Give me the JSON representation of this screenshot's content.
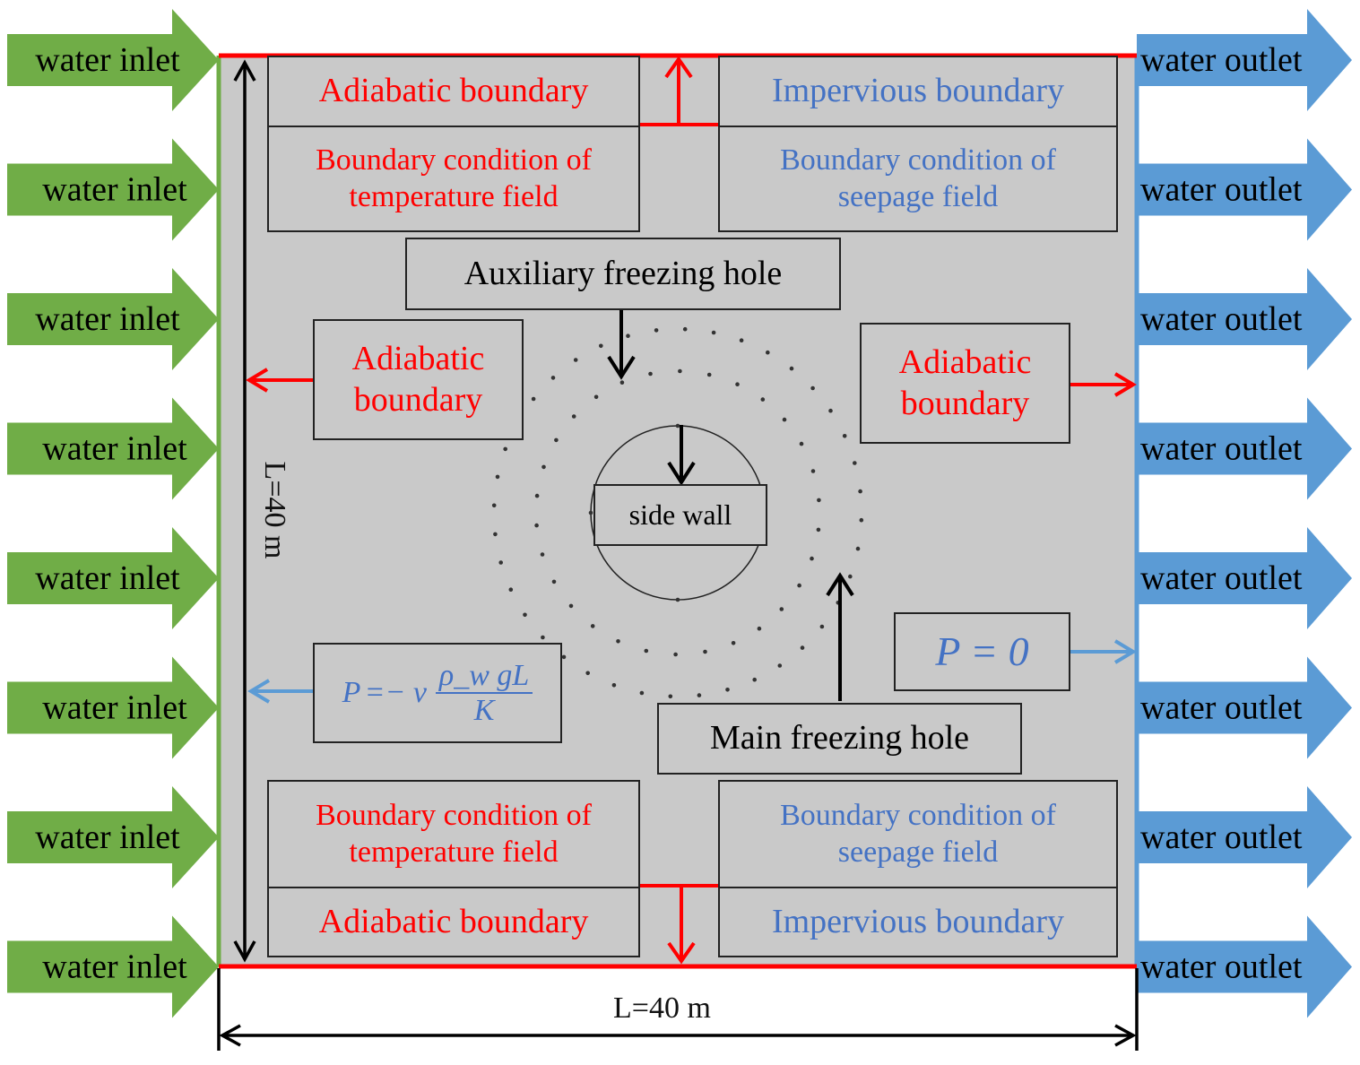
{
  "labels": {
    "water_inlet": "water inlet",
    "water_outlet": "water outlet",
    "adiabatic_boundary": "Adiabatic boundary",
    "impervious_boundary": "Impervious boundary",
    "bc_temperature": "Boundary condition of\ntemperature field",
    "bc_seepage": "Boundary condition of\nseepage field",
    "auxiliary_hole": "Auxiliary freezing hole",
    "main_hole": "Main freezing hole",
    "side_wall": "side wall",
    "adiabatic_stacked": "Adiabatic\nboundary",
    "dimension_width": "L=40 m",
    "dimension_height": "L=40 m"
  },
  "formulas": {
    "left_P": "P",
    "left_eq": "=− v",
    "left_num": "ρ_w gL",
    "left_den": "K",
    "right": "P = 0"
  },
  "colors": {
    "inlet_arrow": "#70ad47",
    "outlet_arrow": "#5b9bd5",
    "domain": "#c9c9c9",
    "thermal": "#ff0000",
    "seepage": "#4472c4"
  },
  "inlet_count": 8,
  "outlet_count": 8
}
